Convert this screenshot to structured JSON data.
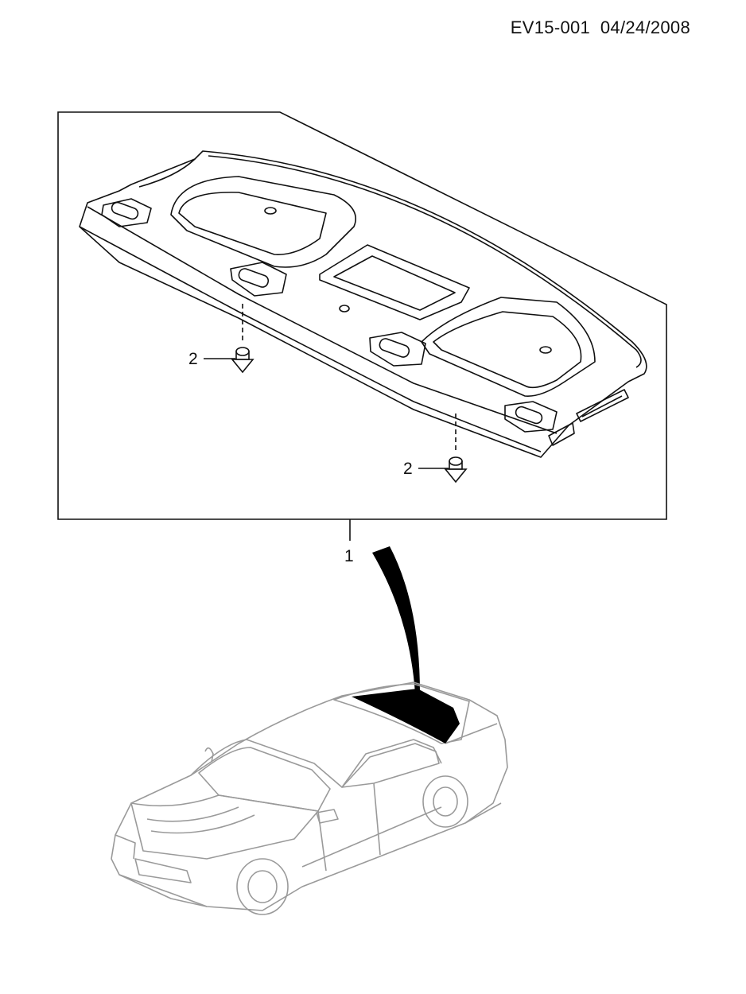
{
  "header": {
    "code": "EV15-001",
    "date": "04/24/2008"
  },
  "callouts": {
    "assembly": "1",
    "clip_left": "2",
    "clip_right": "2"
  },
  "colors": {
    "line": "#111111",
    "car_line": "#9a9a9a",
    "highlight": "#000000"
  }
}
